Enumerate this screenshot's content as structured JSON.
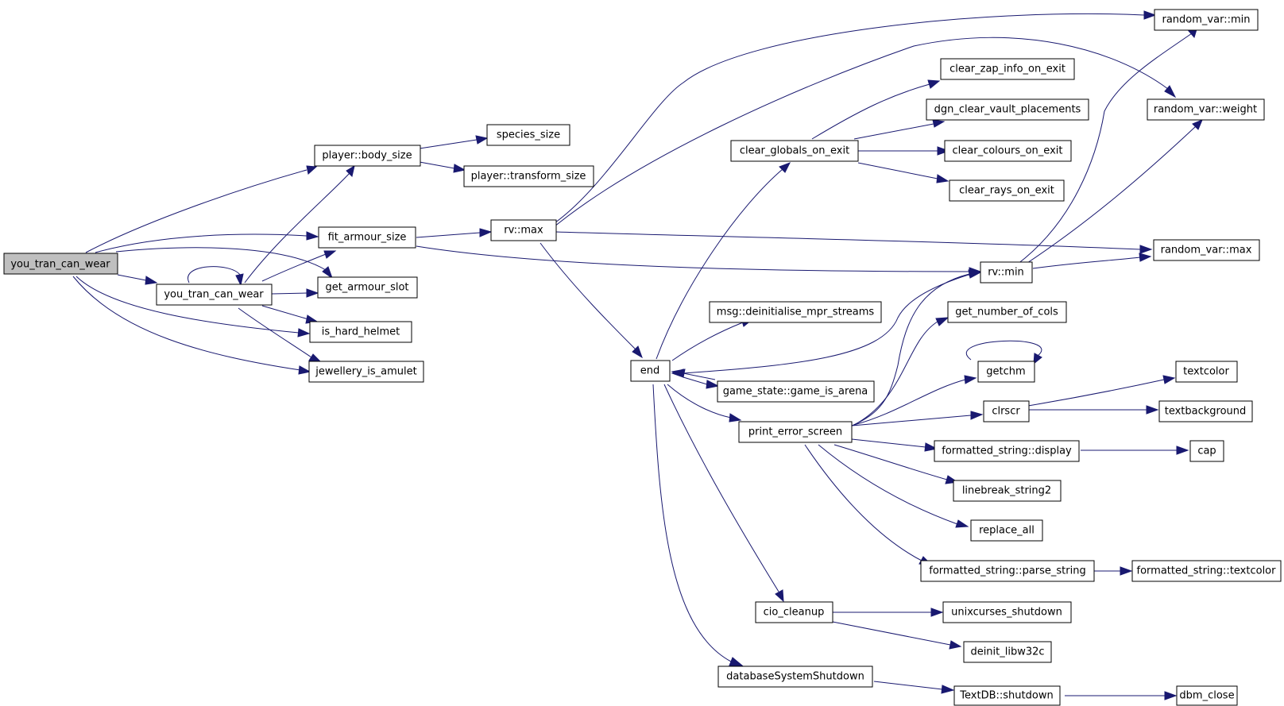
{
  "graph": {
    "nodes": [
      {
        "id": "root",
        "label": "you_tran_can_wear"
      },
      {
        "id": "body_size",
        "label": "player::body_size"
      },
      {
        "id": "species_size",
        "label": "species_size"
      },
      {
        "id": "transform_size",
        "label": "player::transform_size"
      },
      {
        "id": "fit_armour_size",
        "label": "fit_armour_size"
      },
      {
        "id": "you_tran_can_wear2",
        "label": "you_tran_can_wear"
      },
      {
        "id": "get_armour_slot",
        "label": "get_armour_slot"
      },
      {
        "id": "is_hard_helmet",
        "label": "is_hard_helmet"
      },
      {
        "id": "jewellery_is_amulet",
        "label": "jewellery_is_amulet"
      },
      {
        "id": "rv_max",
        "label": "rv::max"
      },
      {
        "id": "end",
        "label": "end"
      },
      {
        "id": "clear_globals",
        "label": "clear_globals_on_exit"
      },
      {
        "id": "clear_zap",
        "label": "clear_zap_info_on_exit"
      },
      {
        "id": "dgn_clear",
        "label": "dgn_clear_vault_placements"
      },
      {
        "id": "clear_colours",
        "label": "clear_colours_on_exit"
      },
      {
        "id": "clear_rays",
        "label": "clear_rays_on_exit"
      },
      {
        "id": "rand_min",
        "label": "random_var::min"
      },
      {
        "id": "rand_weight",
        "label": "random_var::weight"
      },
      {
        "id": "rand_max",
        "label": "random_var::max"
      },
      {
        "id": "rv_min",
        "label": "rv::min"
      },
      {
        "id": "msg_deinit",
        "label": "msg::deinitialise_mpr_streams"
      },
      {
        "id": "get_number_of_cols",
        "label": "get_number_of_cols"
      },
      {
        "id": "game_is_arena",
        "label": "game_state::game_is_arena"
      },
      {
        "id": "getchm",
        "label": "getchm"
      },
      {
        "id": "print_error_screen",
        "label": "print_error_screen"
      },
      {
        "id": "clrscr",
        "label": "clrscr"
      },
      {
        "id": "textcolor",
        "label": "textcolor"
      },
      {
        "id": "textbackground",
        "label": "textbackground"
      },
      {
        "id": "fs_display",
        "label": "formatted_string::display"
      },
      {
        "id": "cap",
        "label": "cap"
      },
      {
        "id": "linebreak",
        "label": "linebreak_string2"
      },
      {
        "id": "replace_all",
        "label": "replace_all"
      },
      {
        "id": "fs_parse",
        "label": "formatted_string::parse_string"
      },
      {
        "id": "fs_textcolor",
        "label": "formatted_string::textcolor"
      },
      {
        "id": "cio_cleanup",
        "label": "cio_cleanup"
      },
      {
        "id": "unixcurses",
        "label": "unixcurses_shutdown"
      },
      {
        "id": "deinit_libw32c",
        "label": "deinit_libw32c"
      },
      {
        "id": "dbshutdown",
        "label": "databaseSystemShutdown"
      },
      {
        "id": "textdb_shutdown",
        "label": "TextDB::shutdown"
      },
      {
        "id": "dbm_close",
        "label": "dbm_close"
      }
    ]
  },
  "colors": {
    "edge": "#191970",
    "root_fill": "#bfbfbf",
    "node_fill": "#ffffff",
    "node_stroke": "#000000"
  }
}
